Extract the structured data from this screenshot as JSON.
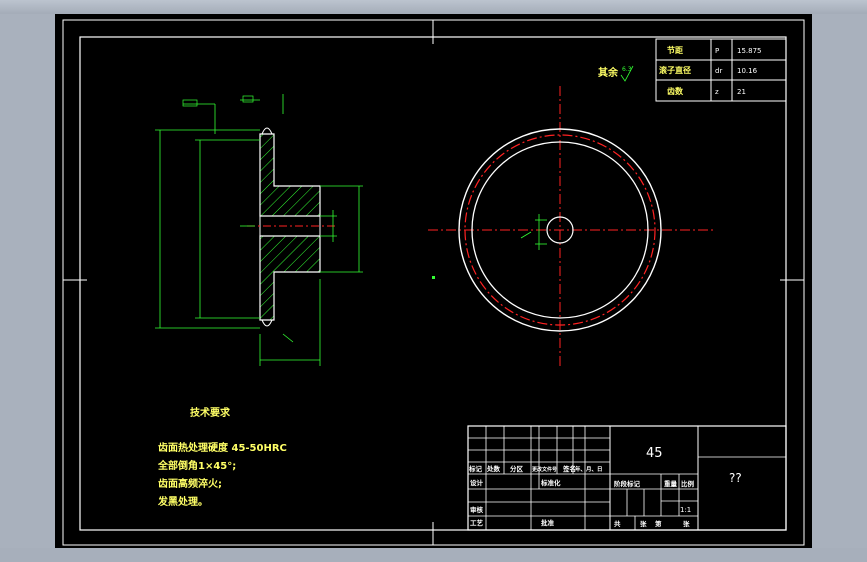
{
  "window": {
    "background_color": "#a9b1bd",
    "canvas_color": "#000000",
    "line_color": "#ffffff",
    "accent_green": "#33ff33",
    "accent_red": "#ff2222",
    "accent_yellow": "#ffff66"
  },
  "roughness_note": "其余",
  "roughness_value": "6.3",
  "param_table": [
    {
      "label": "节距",
      "symbol": "P",
      "value": "15.875"
    },
    {
      "label": "滚子直径",
      "symbol": "dr",
      "value": "10.16"
    },
    {
      "label": "齿数",
      "symbol": "z",
      "value": "21"
    }
  ],
  "tech_req": {
    "title": "技术要求",
    "lines": [
      "齿面热处理硬度 45-50HRC",
      "全部倒角1×45°;",
      "齿面高频淬火;",
      "发黑处理。"
    ]
  },
  "title_block": {
    "material": "45",
    "drawing_name": "??",
    "scale": "1:1",
    "hdr_mark": "标记",
    "hdr_count": "处数",
    "hdr_zone": "分区",
    "hdr_docno": "更改文件号",
    "hdr_sign": "签名",
    "hdr_date": "年、月、日",
    "design": "设计",
    "standardize": "标准化",
    "review": "审核",
    "process": "工艺",
    "approve": "批准",
    "stage_mark": "阶段标记",
    "weight": "重量",
    "scale_label": "比例",
    "total": "共",
    "sheets": "张",
    "page": "第",
    "sheet": "张"
  }
}
